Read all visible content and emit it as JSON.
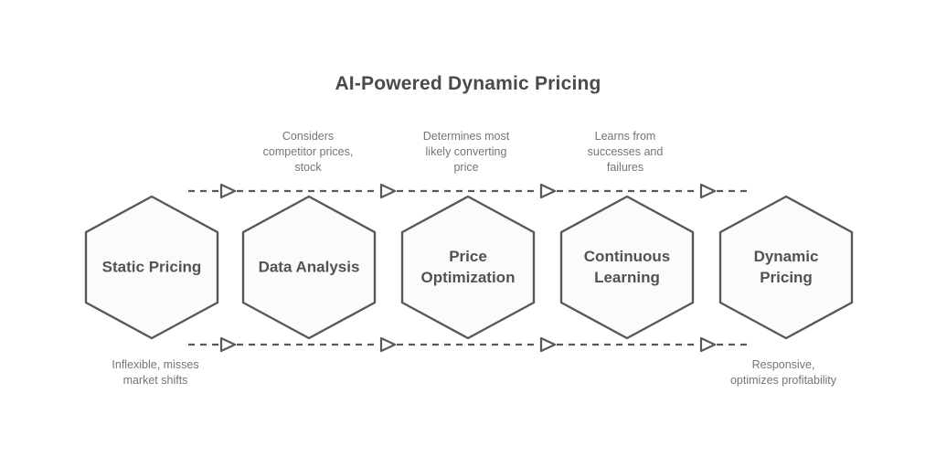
{
  "title": "AI-Powered Dynamic Pricing",
  "colors": {
    "stroke": "#595959",
    "title_text": "#4a4a4a",
    "label_text": "#525252",
    "annotation_text": "#757575",
    "hexagon_fill": "#fbfbfb",
    "background": "#ffffff"
  },
  "stages": [
    {
      "label": "Static Pricing"
    },
    {
      "label": "Data Analysis"
    },
    {
      "label": "Price\nOptimization"
    },
    {
      "label": "Continuous\nLearning"
    },
    {
      "label": "Dynamic\nPricing"
    }
  ],
  "top_annotations": [
    {
      "text": "Considers\ncompetitor prices,\nstock"
    },
    {
      "text": "Determines most\nlikely converting\nprice"
    },
    {
      "text": "Learns from\nsuccesses and\nfailures"
    }
  ],
  "bottom_annotations": [
    {
      "text": "Inflexible, misses\nmarket shifts"
    },
    {
      "text": "Responsive,\noptimizes profitability"
    }
  ]
}
